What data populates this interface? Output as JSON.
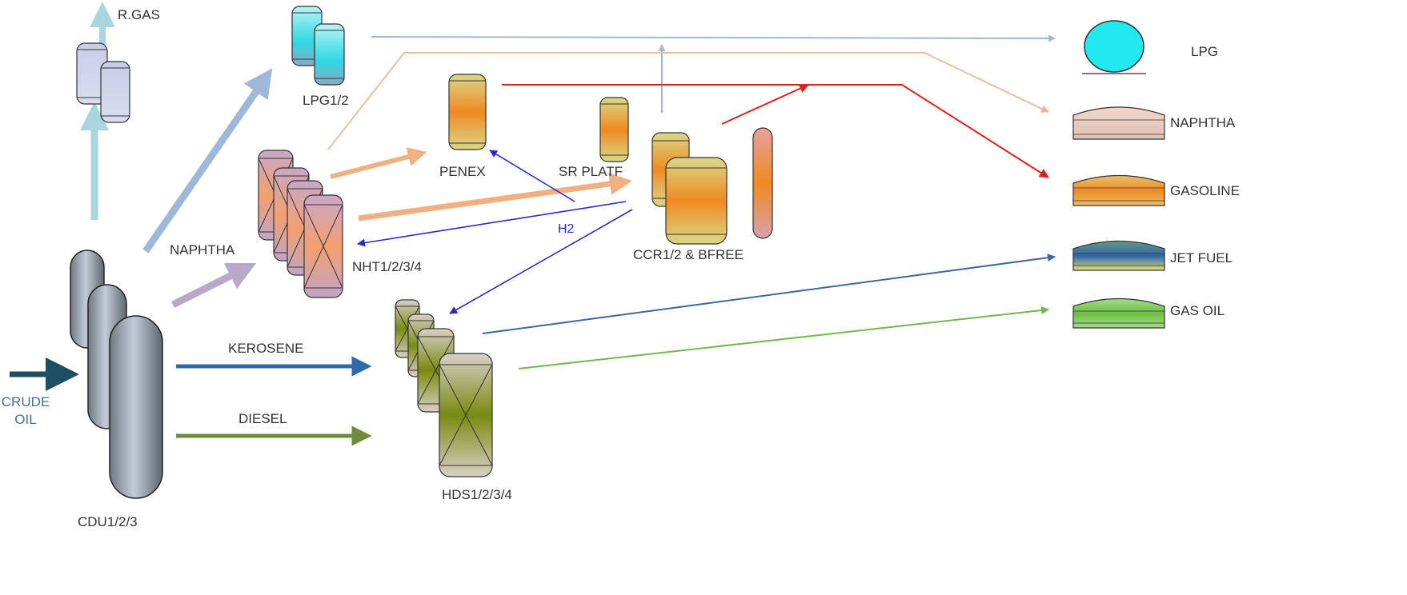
{
  "feed": {
    "line1": "CRUDE",
    "line2": "OIL"
  },
  "units": {
    "cdu": "CDU1/2/3",
    "rgas": "R.GAS",
    "lpg": "LPG1/2",
    "nht": "NHT1/2/3/4",
    "penex": "PENEX",
    "sr_platf": "SR PLATF",
    "ccr": "CCR1/2 & BFREE",
    "hds": "HDS1/2/3/4"
  },
  "streams": {
    "naphtha": "NAPHTHA",
    "kerosene": "KEROSENE",
    "diesel": "DIESEL",
    "h2": "H2"
  },
  "products": {
    "lpg": "LPG",
    "naphtha": "NAPHTHA",
    "gasoline": "GASOLINE",
    "jet_fuel": "JET FUEL",
    "gas_oil": "GAS OIL"
  },
  "colors": {
    "cdu": "#8e98a4",
    "lpg": "#22e0e8",
    "naphtha_feed": "#b9a8c8",
    "kerosene": "#2f6aa8",
    "diesel": "#6f8c3a",
    "h2": "#2a2ad0",
    "gasoline_line": "#e02020",
    "jet_line": "#3a6aa0",
    "gasoil_line": "#6fb84a"
  }
}
